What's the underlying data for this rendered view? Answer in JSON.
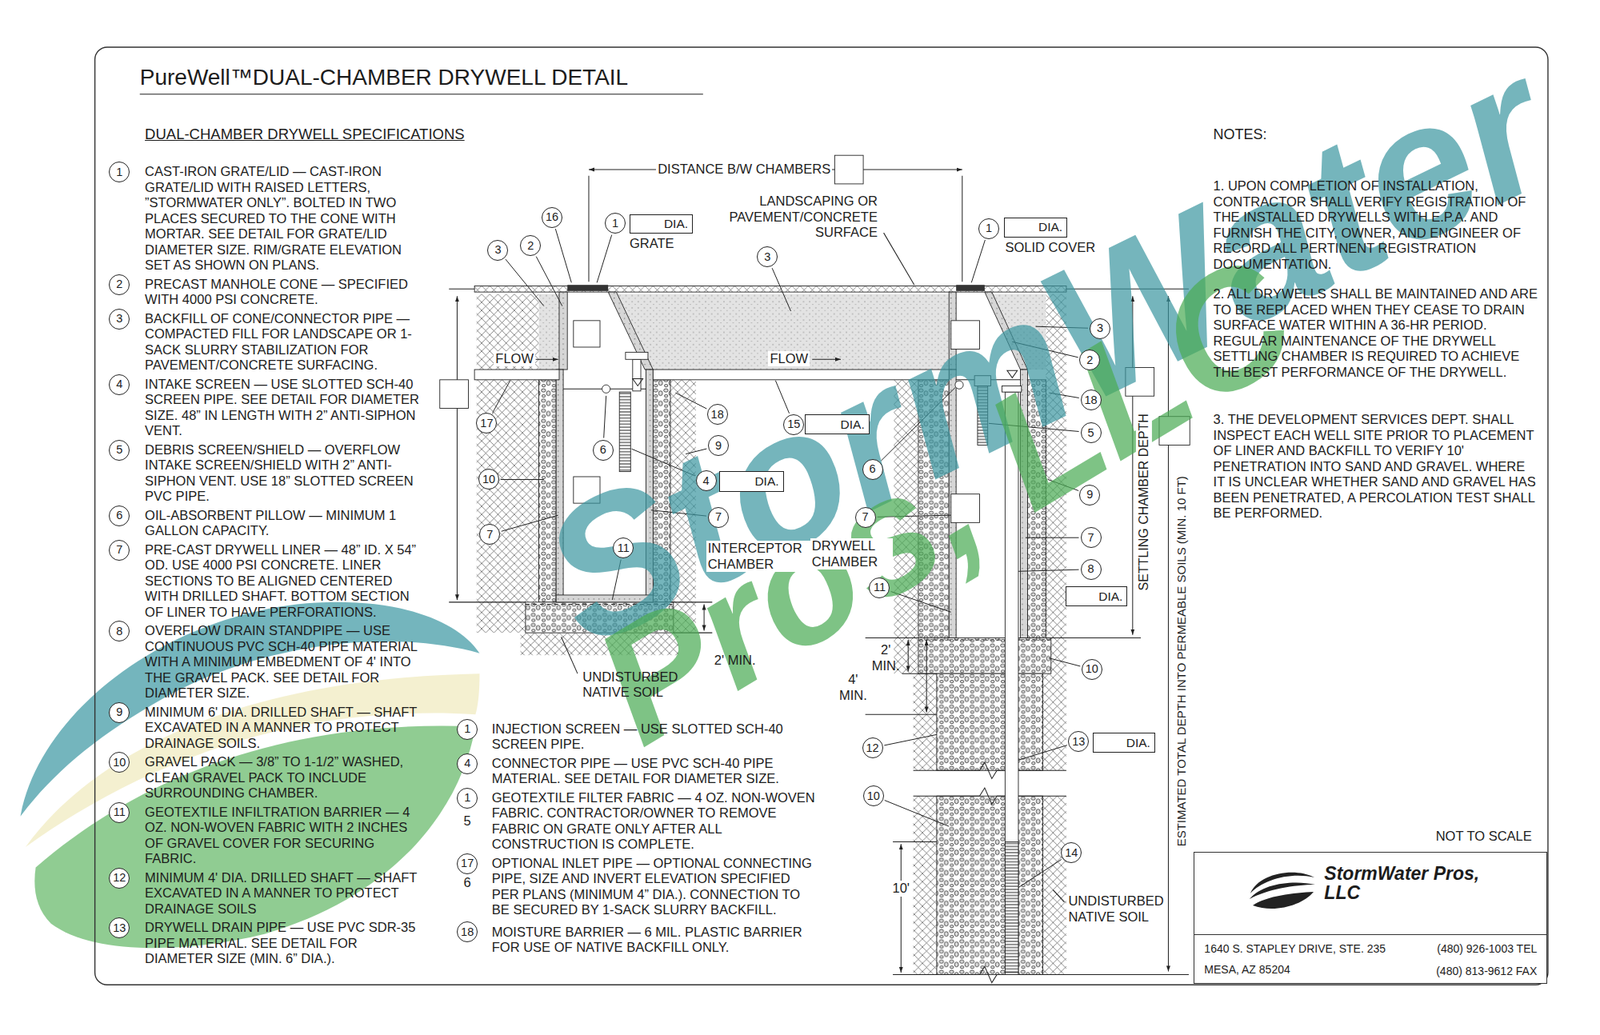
{
  "diagram": {
    "title": "PureWell™DUAL-CHAMBER DRYWELL DETAIL",
    "nodes": [
      {
        "text": [
          "DIA."
        ]
      },
      {
        "text": [
          "DIA."
        ]
      },
      {
        "text": [
          "DIA."
        ]
      },
      {
        "text": [
          "DIA."
        ]
      },
      {
        "text": [
          "DIA."
        ]
      },
      {
        "text": [
          "DIA."
        ]
      },
      {
        "text": [
          "StormWater Pros, LLC",
          "1640 S. STAPLEY DRIVE, STE. 235",
          "(480) 926-1003 TEL",
          "MESA, AZ 85204",
          "(480) 813-9612 FAX"
        ]
      }
    ],
    "labels": [
      "StormWater",
      "Pros, LLC",
      "DUAL-CHAMBER DRYWELL SPECIFICATIONS",
      "1",
      "CAST-IRON GRATE/LID — CAST-IRON GRATE/LID WITH RAISED LETTERS, ”STORMWATER ONLY”. BOLTED IN TWO PLACES SECURED TO THE CONE WITH MORTAR. SEE DETAIL FOR GRATE/LID DIAMETER SIZE. RIM/GRATE ELEVATION SET AS SHOWN ON PLANS.",
      "2",
      "PRECAST MANHOLE CONE — SPECIFIED WITH 4000 PSI CONCRETE.",
      "3",
      "BACKFILL OF CONE/CONNECTOR PIPE — COMPACTED FILL FOR LANDSCAPE OR 1-SACK SLURRY STABILIZATION FOR PAVEMENT/CONCRETE SURFACING.",
      "4",
      "INTAKE SCREEN — USE SLOTTED SCH-40 SCREEN PIPE. SEE DETAIL FOR DIAMETER SIZE. 48” IN LENGTH WITH 2” ANTI-SIPHON VENT.",
      "5",
      "DEBRIS SCREEN/SHIELD — OVERFLOW INTAKE SCREEN/SHIELD WITH 2” ANTI-SIPHON VENT. USE 18” SLOTTED SCREEN PVC PIPE.",
      "6",
      "OIL-ABSORBENT PILLOW — MINIMUM 1 GALLON CAPACITY.",
      "7",
      "PRE-CAST DRYWELL LINER — 48” ID. X 54” OD. USE 4000 PSI CONCRETE. LINER SECTIONS TO BE ALIGNED CENTERED WITH DRILLED SHAFT. BOTTOM SECTION OF LINER TO HAVE PERFORATIONS.",
      "8",
      "OVERFLOW DRAIN STANDPIPE — USE CONTINUOUS PVC SCH-40 PIPE MATERIAL WITH A MINIMUM EMBEDMENT OF 4' INTO THE GRAVEL PACK. SEE DETAIL FOR DIAMETER SIZE.",
      "9",
      "MINIMUM 6' DIA. DRILLED SHAFT — SHAFT EXCAVATED IN A MANNER TO PROTECT DRAINAGE SOILS.",
      "10",
      "GRAVEL PACK — 3/8” TO 1-1/2” WASHED, CLEAN GRAVEL PACK TO INCLUDE SURROUNDING CHAMBER.",
      "11",
      "GEOTEXTILE INFILTRATION BARRIER — 4 OZ. NON-WOVEN FABRIC WITH 2 INCHES OF GRAVEL COVER FOR SECURING FABRIC.",
      "12",
      "MINIMUM 4' DIA. DRILLED SHAFT — SHAFT EXCAVATED IN A MANNER TO PROTECT DRAINAGE SOILS",
      "13",
      "DRYWELL DRAIN PIPE — USE PVC SDR-35 PIPE MATERIAL. SEE DETAIL FOR DIAMETER SIZE (MIN. 6” DIA.).",
      "1",
      "INJECTION SCREEN — USE SLOTTED SCH-40 SCREEN PIPE.",
      "4",
      "CONNECTOR PIPE — USE PVC SCH-40 PIPE MATERIAL. SEE DETAIL FOR DIAMETER SIZE.",
      "1",
      "GEOTEXTILE FILTER FABRIC — 4 OZ. NON-WOVEN FABRIC. CONTRACTOR/OWNER TO REMOVE FABRIC ON GRATE ONLY AFTER ALL CONSTRUCTION IS COMPLETE.",
      "5",
      "17",
      "OPTIONAL INLET PIPE — OPTIONAL CONNECTING PIPE, SIZE AND INVERT ELEVATION SPECIFIED PER PLANS (MINIMUM 4” DIA.). CONNECTION TO BE SECURED BY 1-SACK SLURRY BACKFILL.",
      "6",
      "18",
      "MOISTURE BARRIER — 6 MIL. PLASTIC BARRIER FOR USE OF NATIVE BACKFILL ONLY.",
      "NOTES:",
      "1. UPON COMPLETION OF INSTALLATION, CONTRACTOR SHALL VERIFY REGISTRATION OF THE INSTALLED DRYWELLS WITH E.P.A. AND FURNISH THE CITY, OWNER, AND ENGINEER OF RECORD ALL PERTINENT REGISTRATION DOCUMENTATION.",
      "2. ALL DRYWELLS SHALL BE MAINTAINED AND ARE TO BE REPLACED WHEN THEY CEASE TO DRAIN SURFACE WATER WITHIN A 36-HR PERIOD. REGULAR MAINTENANCE OF THE DRYWELL SETTLING CHAMBER IS REQUIRED TO ACHIEVE THE BEST PERFORMANCE OF THE DRYWELL.",
      "3. THE DEVELOPMENT SERVICES DEPT. SHALL INSPECT EACH WELL SITE PRIOR TO PLACEMENT OF LINER AND BACKFILL TO VERIFY 10' PENETRATION INTO SAND AND GRAVEL. WHERE IT IS UNCLEAR WHETHER SAND AND GRAVEL HAS BEEN PENETRATED, A PERCOLATION TEST SHALL BE PERFORMED.",
      "NOT TO SCALE",
      "DISTANCE B/W CHAMBERS",
      "GRATE",
      "LANDSCAPING OR PAVEMENT/CONCRETE SURFACE",
      "SOLID COVER",
      "FLOW",
      "FLOW",
      "INTERCEPTOR CHAMBER",
      "DRYWELL CHAMBER",
      "UNDISTURBED NATIVE SOIL",
      "2' MIN.",
      "2' MIN.",
      "4' MIN.",
      "10'",
      "UNDISTURBED NATIVE SOIL",
      "SETTLING CHAMBER DEPTH",
      "ESTIMATED TOTAL DEPTH INTO PERMEABLE SOILS (MIN. 10 FT)",
      "1",
      "16",
      "3",
      "2",
      "3",
      "1",
      "3",
      "2",
      "17",
      "18",
      "15",
      "18",
      "5",
      "9",
      "6",
      "6",
      "10",
      "4",
      "9",
      "7",
      "7",
      "7",
      "7",
      "11",
      "8",
      "11",
      "10",
      "13",
      "12",
      "10",
      "14"
    ]
  }
}
